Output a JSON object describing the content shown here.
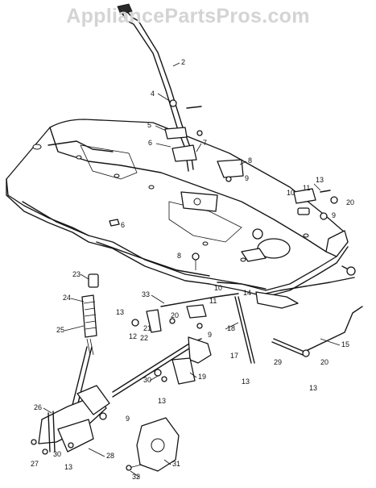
{
  "watermark": "AppliancePartsPros.com",
  "callouts": [
    "2",
    "4",
    "5",
    "6",
    "7",
    "8",
    "9",
    "10",
    "11",
    "13",
    "20",
    "9",
    "6",
    "8",
    "23",
    "24",
    "25",
    "33",
    "10",
    "14",
    "11",
    "20",
    "9",
    "13",
    "12",
    "21",
    "18",
    "15",
    "17",
    "29",
    "13",
    "20",
    "13",
    "22",
    "30",
    "19",
    "13",
    "26",
    "9",
    "27",
    "30",
    "13",
    "28",
    "31",
    "32"
  ]
}
